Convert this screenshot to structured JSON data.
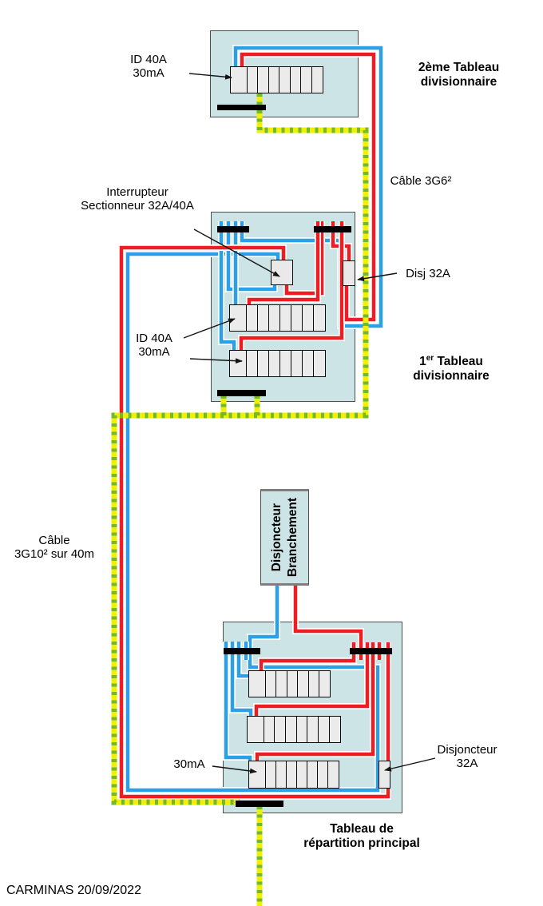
{
  "colors": {
    "panel_fill": "#cde4e7",
    "wire_red": "#ee1c23",
    "wire_blue": "#2b9fe8",
    "earth_yellow": "#f0f005",
    "earth_green": "#74b82c",
    "busbar_black": "#000000",
    "module_gray": "#ebebeb"
  },
  "labels": {
    "top_id": {
      "line1": "ID 40A",
      "line2": "30mA"
    },
    "top_panel_title": {
      "line1": "2ème Tableau",
      "line2": "divisionnaire"
    },
    "cable_3g6": "Câble 3G6²",
    "interrupteur": {
      "line1": "Interrupteur",
      "line2": "Sectionneur 32A/40A"
    },
    "disj_32a": "Disj 32A",
    "mid_id": {
      "line1": "ID 40A",
      "line2": "30mA"
    },
    "mid_panel_title": {
      "l1a": "1",
      "l1sup": "er",
      "l1b": " Tableau",
      "line2": "divisionnaire"
    },
    "cable_3g10": {
      "line1": "Câble",
      "line2": "3G10² sur 40m"
    },
    "branchement": {
      "line1": "Disjoncteur",
      "line2": "Branchement"
    },
    "bottom_30ma": "30mA",
    "disjoncteur_32a": {
      "line1": "Disjoncteur",
      "line2": "32A"
    },
    "bottom_panel_title": {
      "line1": "Tableau de",
      "line2": "répartition principal"
    },
    "credit": "CARMINAS 20/09/2022"
  }
}
